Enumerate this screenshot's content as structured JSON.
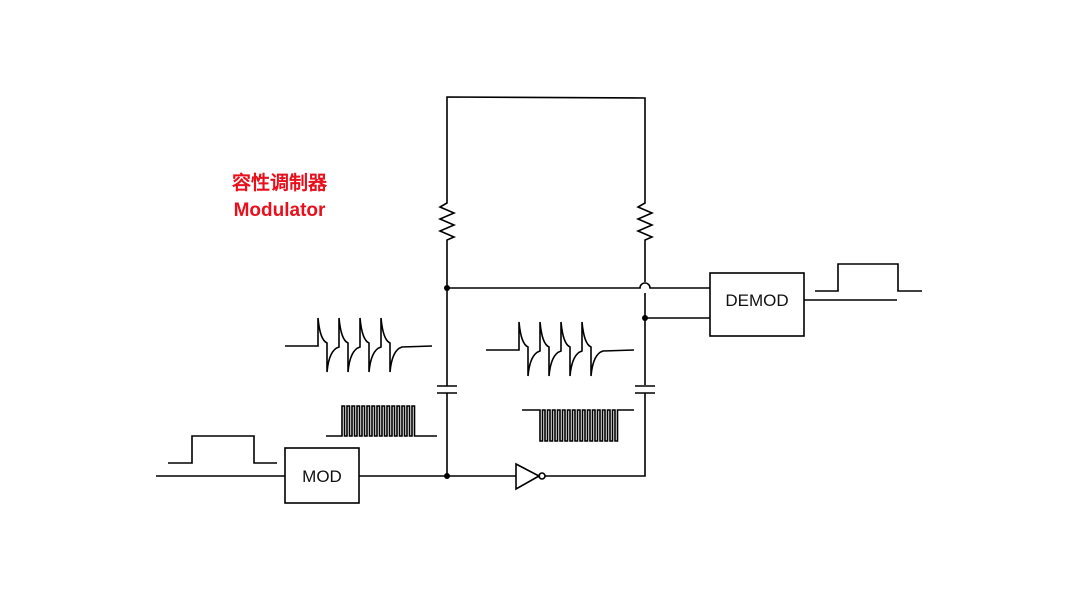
{
  "title": {
    "line1": "容性调制器",
    "line2": "Modulator"
  },
  "blocks": {
    "mod": "MOD",
    "demod": "DEMOD"
  },
  "colors": {
    "title": "#e8101c",
    "lines": "#000000"
  }
}
